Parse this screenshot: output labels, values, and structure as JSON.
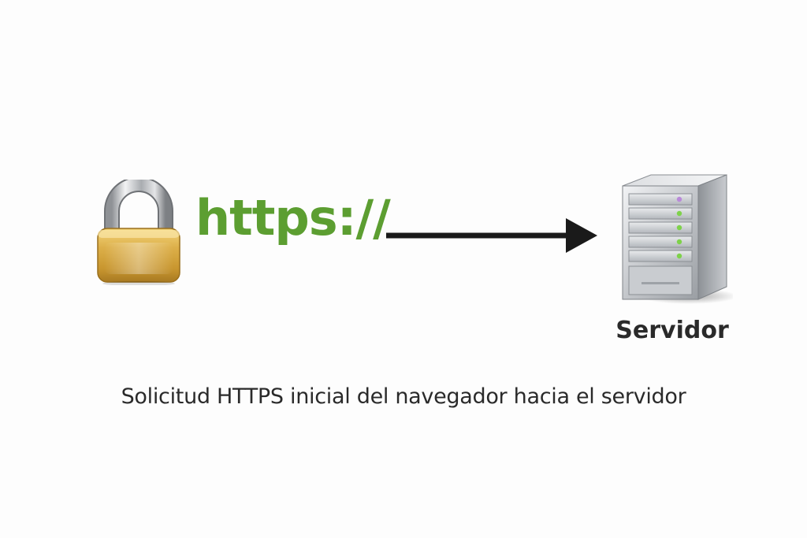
{
  "diagram": {
    "protocol_text": "https://",
    "server_label": "Servidor",
    "caption": "Solicitud HTTPS inicial del navegador hacia el servidor"
  },
  "icons": {
    "lock": "padlock-icon",
    "server": "server-tower-icon",
    "arrow": "right-arrow"
  },
  "colors": {
    "protocol_green": "#5c9e31",
    "arrow": "#1a1a1a",
    "text": "#2a2a2a",
    "lock_gold": "#d9ad45",
    "server_silver": "#b9bcc0",
    "led_green": "#7ed24a",
    "led_purple": "#b98ad9"
  }
}
